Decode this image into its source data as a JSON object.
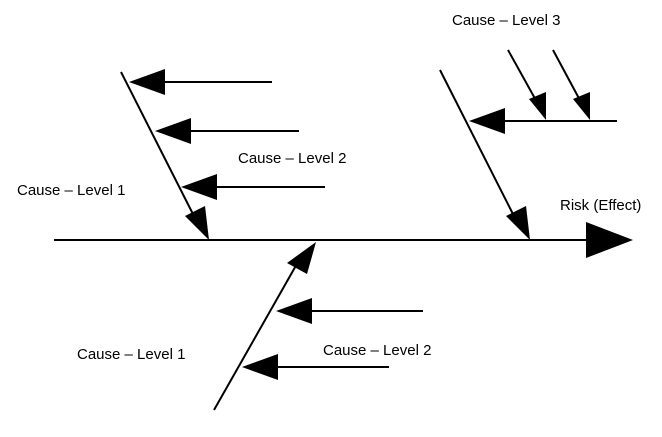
{
  "effect_label": "Risk (Effect)",
  "upper_left": {
    "level1_label": "Cause – Level 1",
    "level2_label": "Cause – Level 2"
  },
  "upper_right": {
    "level3_label": "Cause – Level 3"
  },
  "lower": {
    "level1_label": "Cause – Level 1",
    "level2_label": "Cause – Level 2"
  },
  "colors": {
    "line": "#000000",
    "background": "#ffffff"
  }
}
